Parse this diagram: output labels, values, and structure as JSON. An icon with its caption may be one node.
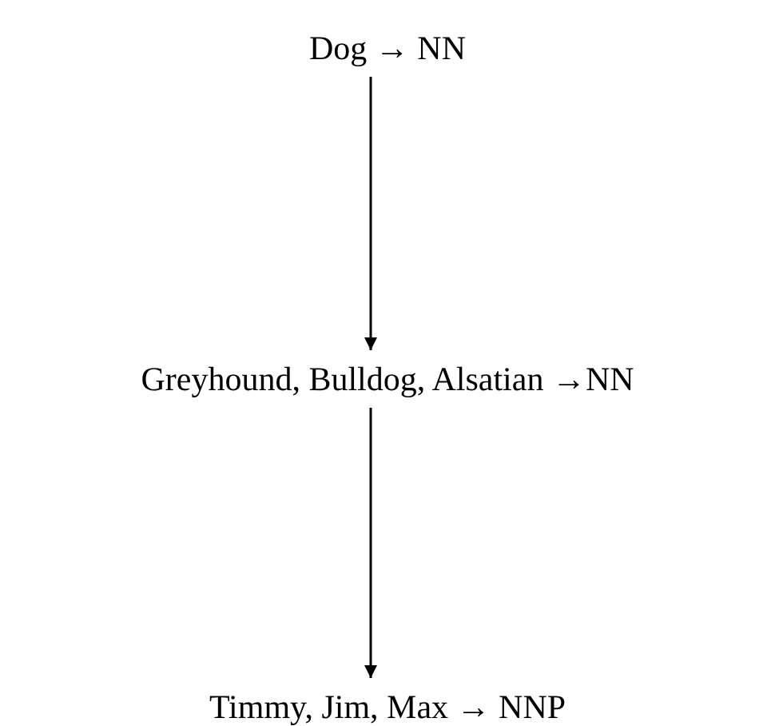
{
  "diagram": {
    "nodes": [
      {
        "text": [
          "Dog → NN"
        ]
      },
      {
        "text": [
          "Greyhound, Bulldog, Alsatian →NN"
        ]
      },
      {
        "text": [
          "Timmy, Jim, Max → NNP"
        ]
      }
    ],
    "edges": [
      {
        "from": 0,
        "to": 1,
        "arrow": "to"
      },
      {
        "from": 1,
        "to": 2,
        "arrow": "to"
      }
    ]
  }
}
